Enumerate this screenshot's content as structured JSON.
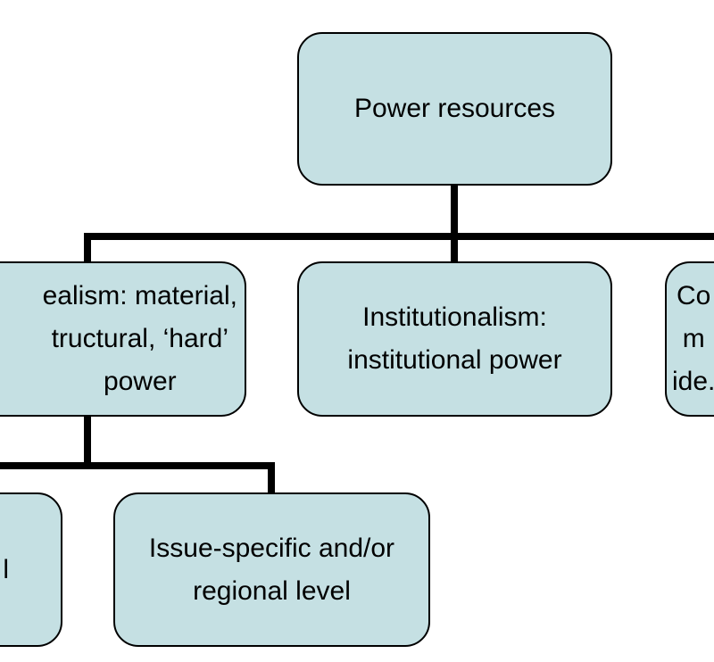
{
  "diagram": {
    "colors": {
      "node_fill": "#c5e0e3",
      "node_border": "#000000",
      "connector": "#000000"
    },
    "root": {
      "label": "Power resources"
    },
    "level1": [
      {
        "label": "ealism: material,\ntructural, ‘hard’\npower"
      },
      {
        "label": "Institutionalism:\ninstitutional power"
      },
      {
        "label": "Co\nm\nide."
      }
    ],
    "level2": [
      {
        "label": "l"
      },
      {
        "label": "Issue-specific and/or\nregional level"
      }
    ]
  }
}
